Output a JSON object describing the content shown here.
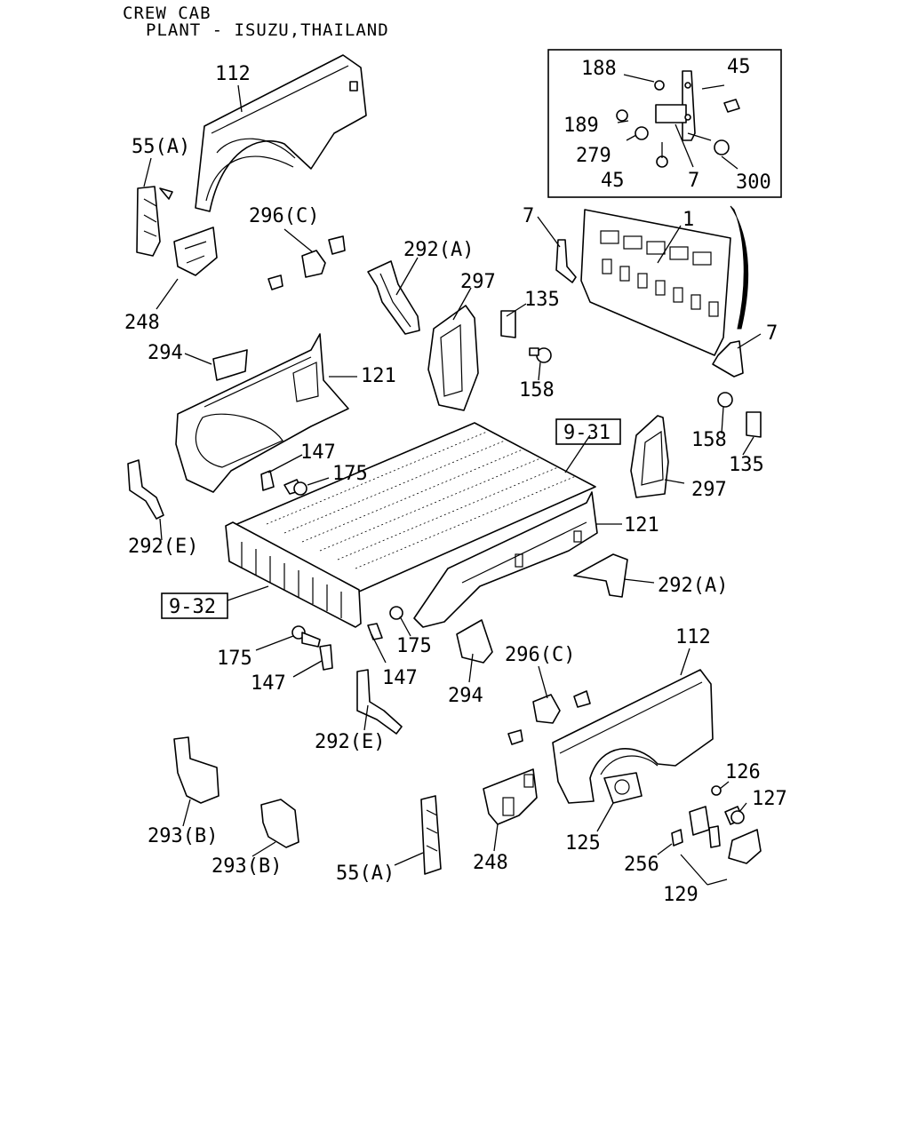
{
  "header": {
    "line1": "CREW CAB",
    "line2": "PLANT - ISUZU,THAILAND"
  },
  "refs": {
    "r931": "9-31",
    "r932": "9-32"
  },
  "labels": {
    "l112a": "112",
    "l55a": "55(A)",
    "l296ca": "296(C)",
    "l248a": "248",
    "l292aa": "292(A)",
    "l297a": "297",
    "l7a": "7",
    "l1": "1",
    "l135a": "135",
    "l7b": "7",
    "l294a": "294",
    "l121a": "121",
    "l158a": "158",
    "l147a": "147",
    "l175a": "175",
    "l158b": "158",
    "l135b": "135",
    "l297b": "297",
    "l292ea": "292(E)",
    "l121b": "121",
    "l292ab": "292(A)",
    "l175b": "175",
    "l175c": "175",
    "l147b": "147",
    "l147c": "147",
    "l294b": "294",
    "l296cb": "296(C)",
    "l112b": "112",
    "l292eb": "292(E)",
    "l126": "126",
    "l127": "127",
    "l125": "125",
    "l293ba": "293(B)",
    "l293bb": "293(B)",
    "l55b": "55(A)",
    "l248b": "248",
    "l256": "256",
    "l129": "129",
    "i188": "188",
    "i45a": "45",
    "i189": "189",
    "i279": "279",
    "i45b": "45",
    "i7": "7",
    "i300": "300"
  }
}
